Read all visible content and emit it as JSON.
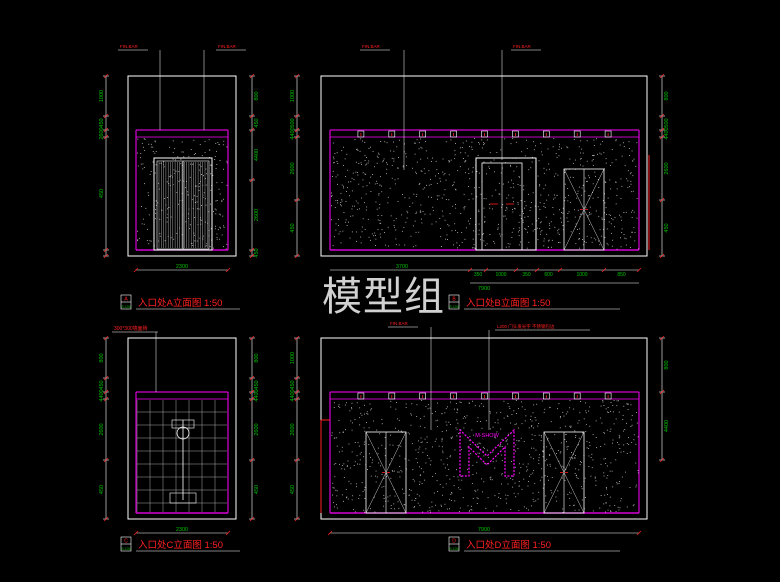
{
  "watermark": "模型组",
  "colors": {
    "background": "#000000",
    "frame": "#ffffff",
    "accent_magenta": "#ff00ff",
    "dimension_green": "#00c000",
    "label_red": "#ff2020",
    "hatch": "#aaaaaa"
  },
  "elevations": [
    {
      "id": "A",
      "title": "入口处A立面图 1:50",
      "tag_num": "A",
      "tag_sheet": "S-100",
      "callouts": [
        "FIN.BAR",
        "FIN.BAR"
      ],
      "width_dim": "2300",
      "left_dims": [
        "1000",
        "450",
        "2600",
        "450"
      ],
      "right_dims": [
        "800",
        "450",
        "4400",
        "2600",
        "450"
      ],
      "type": "single_door"
    },
    {
      "id": "B",
      "title": "入口处B立面图 1:50",
      "tag_num": "B",
      "tag_sheet": "S-100",
      "callouts": [
        "FIN.BAR",
        "FIN.BAR"
      ],
      "width_dim": "3700",
      "seg_dims": [
        "350",
        "1000",
        "350",
        "600",
        "1000",
        "850"
      ],
      "total_dim": "7900",
      "left_dims": [
        "1000",
        "500",
        "4400",
        "2600",
        "450"
      ],
      "right_dims": [
        "800",
        "500",
        "4400",
        "2600",
        "450"
      ],
      "type": "wall_two_doors"
    },
    {
      "id": "C",
      "title": "入口处C立面图 1:50",
      "tag_num": "C",
      "tag_sheet": "S-100",
      "callouts": [
        "300*300墙面砖"
      ],
      "width_dim": "2300",
      "left_dims": [
        "800",
        "450",
        "4400",
        "2600",
        "450"
      ],
      "right_dims": [
        "800",
        "450",
        "4400",
        "2600",
        "450"
      ],
      "type": "tile_wall"
    },
    {
      "id": "D",
      "title": "入口处D立面图 1:50",
      "tag_num": "D",
      "tag_sheet": "S-100",
      "callouts": [
        "FIN.BAR",
        "L200 门头发光字 不锈钢包边"
      ],
      "logo_text": "M-SHOW",
      "width_dim": "7900",
      "left_dims": [
        "1000",
        "450",
        "4400",
        "2600",
        "450"
      ],
      "right_dims": [
        "800",
        "4400"
      ],
      "type": "wall_logo"
    }
  ]
}
